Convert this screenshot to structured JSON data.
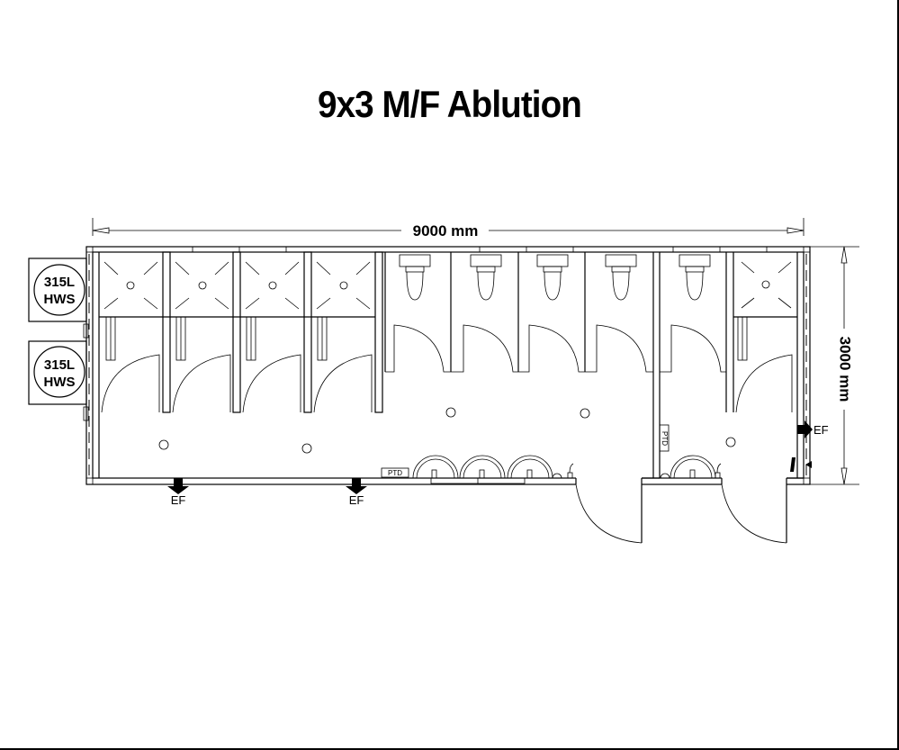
{
  "title": "9x3 M/F Ablution",
  "dimensions": {
    "width_label": "9000 mm",
    "height_label": "3000 mm"
  },
  "hot_water_systems": [
    {
      "line1": "315L",
      "line2": "HWS"
    },
    {
      "line1": "315L",
      "line2": "HWS"
    }
  ],
  "exhaust_fans": [
    {
      "label": "EF",
      "position": "bottom-left"
    },
    {
      "label": "EF",
      "position": "bottom-center"
    },
    {
      "label": "EF",
      "position": "right-wall"
    }
  ],
  "paper_towel_dispensers": [
    {
      "label": "PTD",
      "room": "main"
    },
    {
      "label": "PTD",
      "room": "right"
    }
  ],
  "fixtures": {
    "showers_main": 4,
    "toilets_main": 4,
    "basins_main": 3,
    "toilets_right": 1,
    "showers_right": 1,
    "basins_right": 1,
    "entry_doors": 2
  },
  "colors": {
    "line": "#000000",
    "background": "#ffffff"
  }
}
